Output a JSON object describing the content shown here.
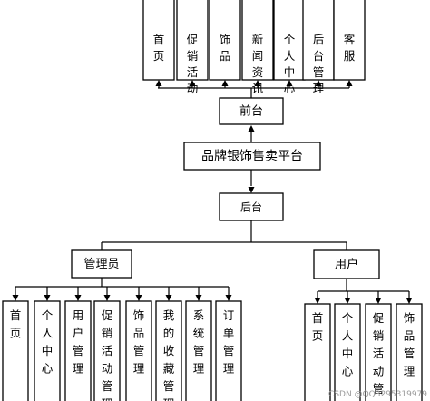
{
  "diagram": {
    "center": {
      "label": "品牌银饰售卖平台"
    },
    "frontend": {
      "label": "前台",
      "modules": [
        "首页",
        "促销活动",
        "饰品",
        "新闻资讯",
        "个人中心",
        "后台管理",
        "客服"
      ]
    },
    "backend": {
      "label": "后台",
      "roles": [
        {
          "label": "管理员",
          "modules": [
            "首页",
            "个人中心",
            "用户管理",
            "促销活动管理",
            "饰品管理",
            "我的收藏管理",
            "系统管理",
            "订单管理"
          ]
        },
        {
          "label": "用户",
          "modules": [
            "首页",
            "个人中心",
            "促销活动管理",
            "饰品管理"
          ]
        }
      ]
    },
    "watermark": "CSDN @QQ3295319979"
  }
}
